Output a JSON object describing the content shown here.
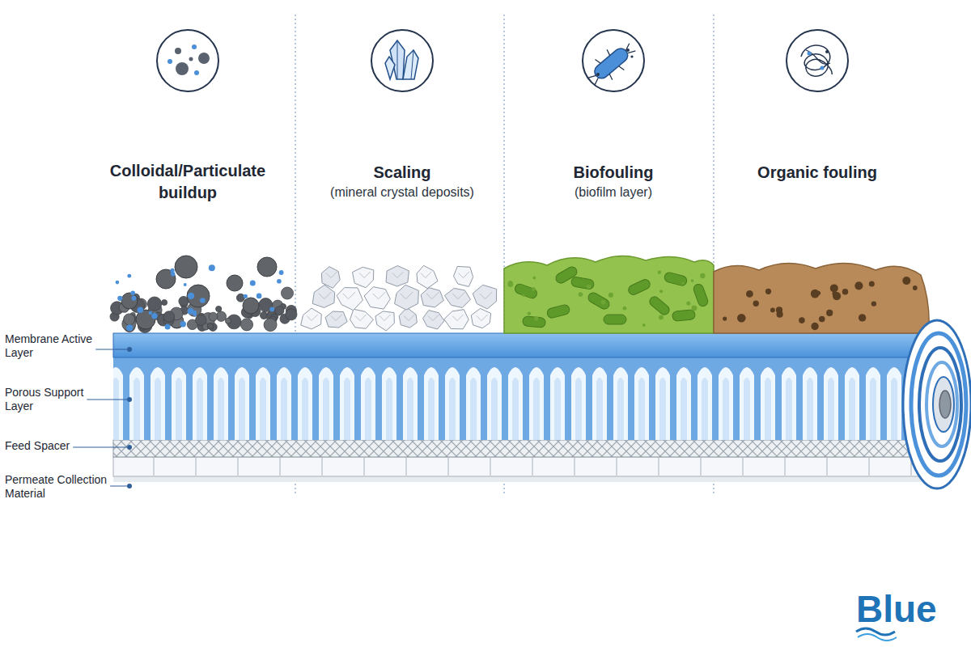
{
  "diagram": {
    "labels": [
      "Colloidal/Particulate buildup",
      "Scaling",
      "(mineral crystal deposits)",
      "Biofouling",
      "(biofilm layer)",
      "Organic fouling",
      "Membrane Active Layer",
      "Porous Support Layer",
      "Feed Spacer",
      "Permeate Collection Material",
      "Blue"
    ]
  }
}
